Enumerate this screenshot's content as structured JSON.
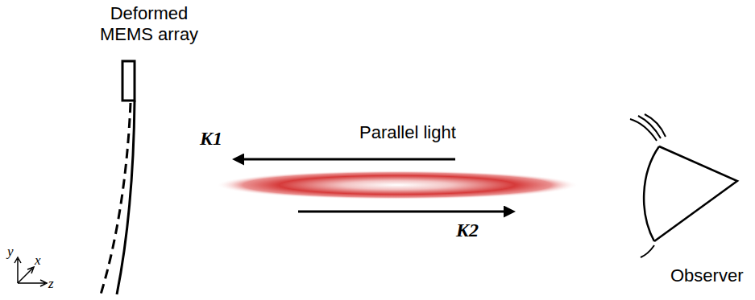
{
  "diagram": {
    "labels": [
      "Deformed MEMS array",
      "K1",
      "Parallel light",
      "K2",
      "Observer",
      "y",
      "x",
      "z"
    ]
  }
}
